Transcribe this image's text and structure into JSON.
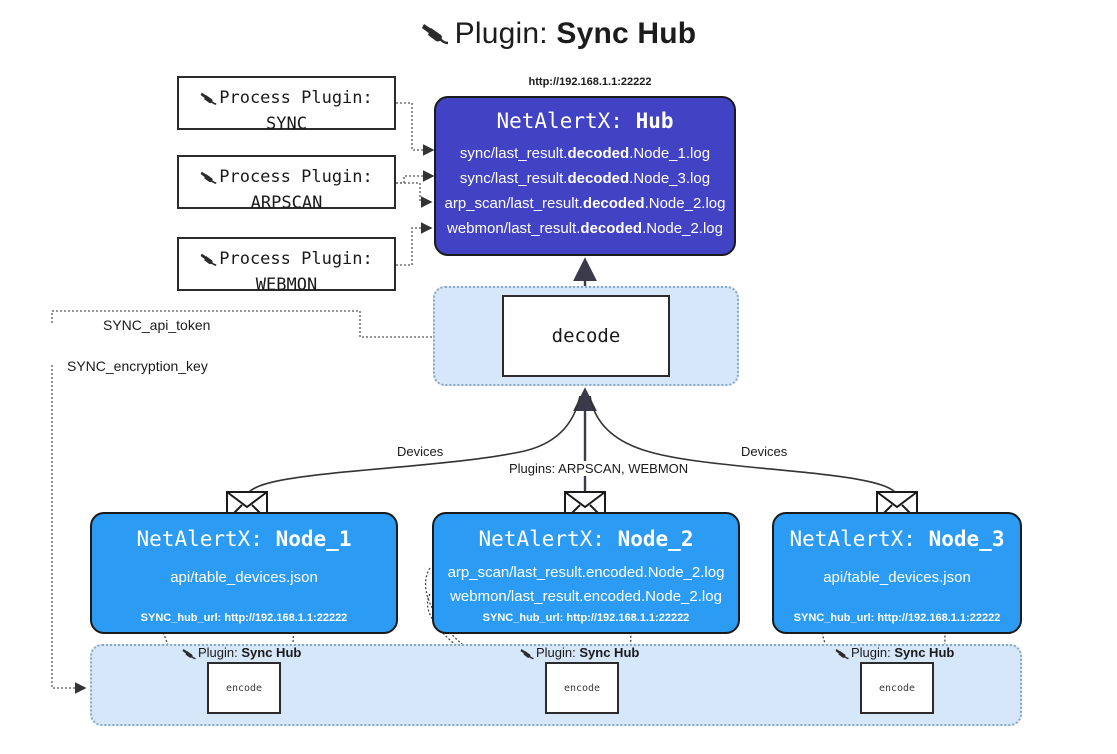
{
  "title": {
    "prefix": "Plugin:",
    "name": "Sync Hub",
    "icon": "plug-icon"
  },
  "process_plugins": [
    {
      "label": "Process Plugin:",
      "name": "SYNC"
    },
    {
      "label": "Process Plugin:",
      "name": "ARPSCAN"
    },
    {
      "label": "Process Plugin:",
      "name": "WEBMON"
    }
  ],
  "hub": {
    "url": "http://192.168.1.1:22222",
    "title_prefix": "NetAlertX:",
    "title_name": "Hub",
    "logs": [
      {
        "pre": "sync/last_result.",
        "em": "decoded",
        "post": ".Node_1.log"
      },
      {
        "pre": "sync/last_result.",
        "em": "decoded",
        "post": ".Node_3.log"
      },
      {
        "pre": "arp_scan/last_result.",
        "em": "decoded",
        "post": ".Node_2.log"
      },
      {
        "pre": "webmon/last_result.",
        "em": "decoded",
        "post": ".Node_2.log"
      }
    ]
  },
  "decode": {
    "label": "decode"
  },
  "variables": {
    "api_token": "SYNC_api_token",
    "encryption_key": "SYNC_encryption_key"
  },
  "edges": {
    "devices_left": "Devices",
    "devices_right": "Devices",
    "plugins_center": "Plugins: ARPSCAN, WEBMON"
  },
  "nodes": [
    {
      "title_prefix": "NetAlertX:",
      "title_name": "Node_1",
      "lines": [
        "api/table_devices.json"
      ],
      "footer": "SYNC_hub_url: http://192.168.1.1:22222"
    },
    {
      "title_prefix": "NetAlertX:",
      "title_name": "Node_2",
      "lines": [
        "arp_scan/last_result.encoded.Node_2.log",
        "webmon/last_result.encoded.Node_2.log"
      ],
      "footer": "SYNC_hub_url: http://192.168.1.1:22222"
    },
    {
      "title_prefix": "NetAlertX:",
      "title_name": "Node_3",
      "lines": [
        "api/table_devices.json"
      ],
      "footer": "SYNC_hub_url: http://192.168.1.1:22222"
    }
  ],
  "plugin_band": {
    "labels": [
      {
        "prefix": "Plugin:",
        "name": "Sync Hub"
      },
      {
        "prefix": "Plugin:",
        "name": "Sync Hub"
      },
      {
        "prefix": "Plugin:",
        "name": "Sync Hub"
      }
    ],
    "encode_label": "encode"
  },
  "colors": {
    "hub_fill": "#4242c4",
    "node_fill": "#2b9bf4",
    "container_fill": "#d5e7f9",
    "container_border": "#8ba8c4",
    "stroke": "#2b2b2b",
    "page_bg": "#ffffff"
  }
}
